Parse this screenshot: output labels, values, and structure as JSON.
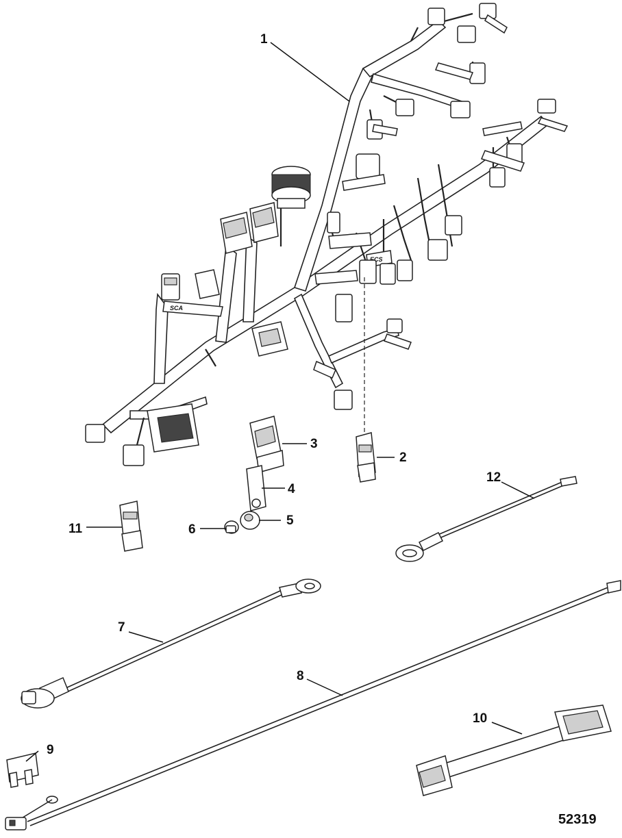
{
  "callouts": {
    "c1": "1",
    "c2": "2",
    "c3": "3",
    "c4": "4",
    "c5": "5",
    "c6": "6",
    "c7": "7",
    "c8": "8",
    "c9": "9",
    "c10": "10",
    "c11": "11",
    "c12": "12"
  },
  "harness_tags": {
    "tag_left": "SCA",
    "tag_center": "ECS"
  },
  "figure_number": "52319"
}
